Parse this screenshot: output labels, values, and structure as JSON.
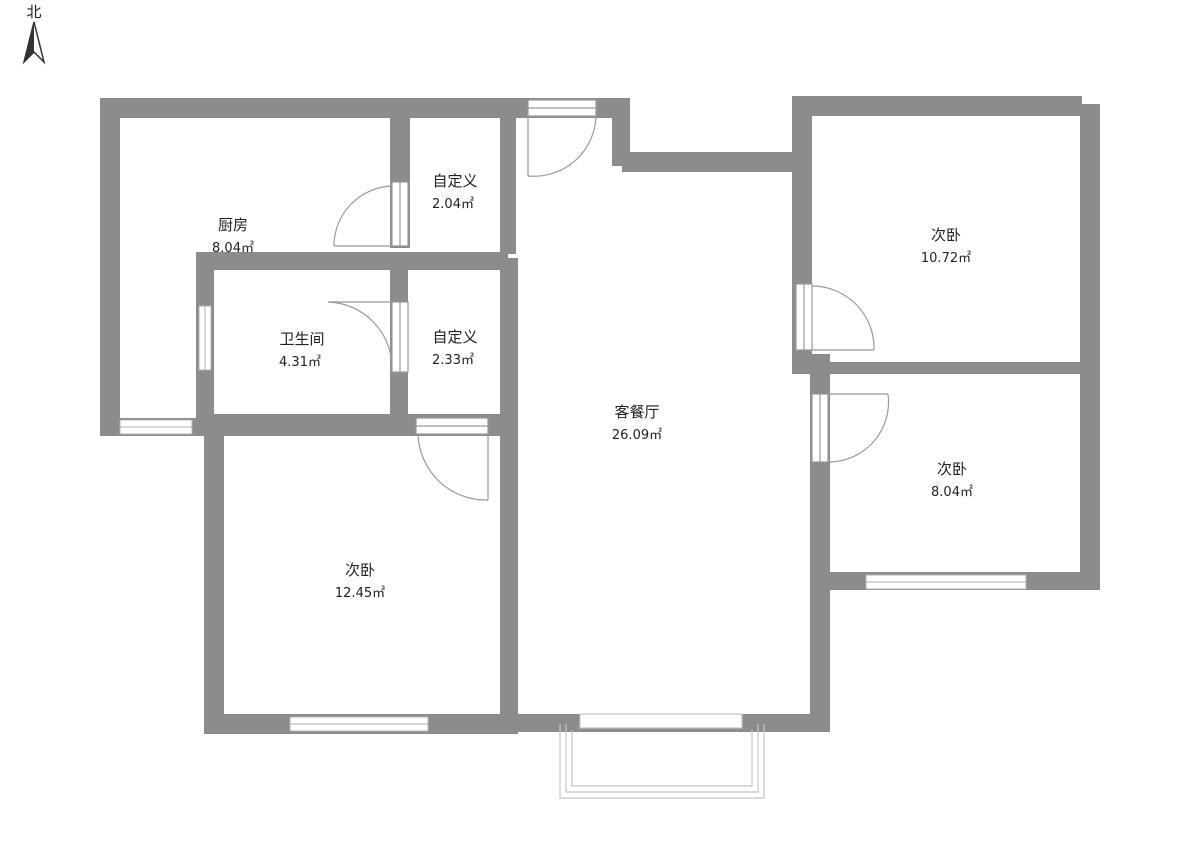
{
  "compass": {
    "label": "北"
  },
  "colors": {
    "wall": "#8c8c8c",
    "opening": "#ffffff",
    "door_line": "#9a9a9a",
    "text": "#222222"
  },
  "rooms": {
    "kitchen": {
      "name": "厨房",
      "area": "8.04㎡"
    },
    "custom_upper": {
      "name": "自定义",
      "area": "2.04㎡"
    },
    "bathroom": {
      "name": "卫生间",
      "area": "4.31㎡"
    },
    "custom_lower": {
      "name": "自定义",
      "area": "2.33㎡"
    },
    "living": {
      "name": "客餐厅",
      "area": "26.09㎡"
    },
    "bedroom_ne": {
      "name": "次卧",
      "area": "10.72㎡"
    },
    "bedroom_e": {
      "name": "次卧",
      "area": "8.04㎡"
    },
    "bedroom_sw": {
      "name": "次卧",
      "area": "12.45㎡"
    }
  }
}
